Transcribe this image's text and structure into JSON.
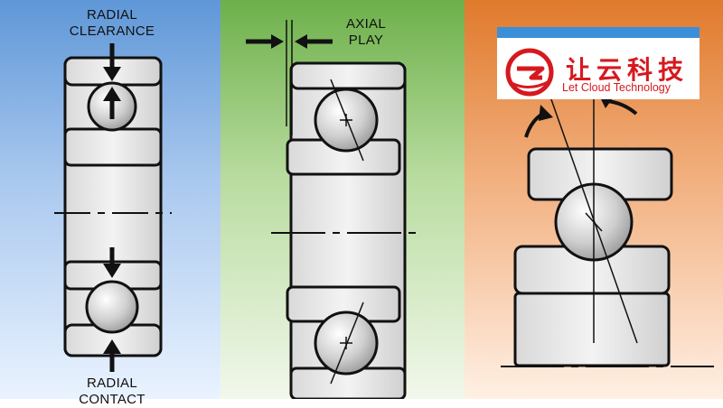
{
  "labels": {
    "radial_clearance_line1": "RADIAL",
    "radial_clearance_line2": "CLEARANCE",
    "axial_play_line1": "AXIAL",
    "axial_play_line2": "PLAY",
    "radial_contact_line1": "RADIAL",
    "radial_contact_line2": "CONTACT"
  },
  "logo": {
    "name_cn": "让云科技",
    "name_en": "Let Cloud Technology"
  },
  "colors": {
    "left_panel": "#5f97d8",
    "middle_panel": "#6db04a",
    "right_panel": "#e07a2c",
    "logo_red": "#d6191f",
    "logo_bar": "#3a8fd8"
  }
}
